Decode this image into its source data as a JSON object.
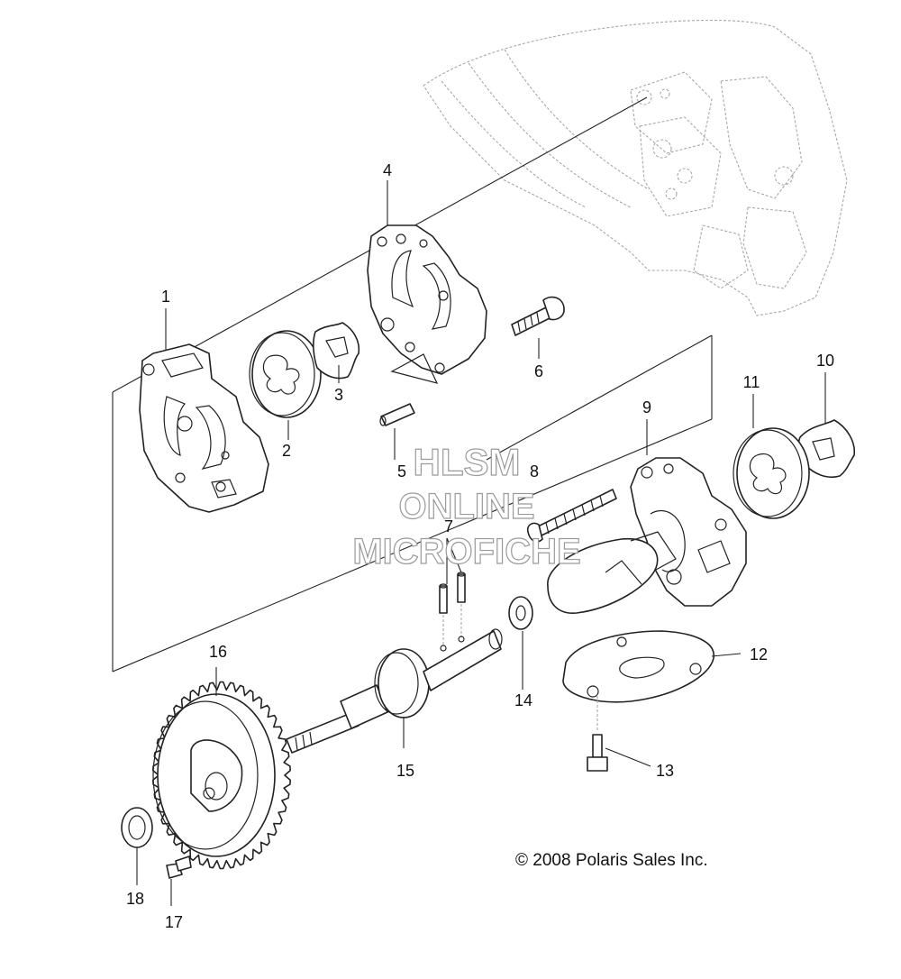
{
  "callouts": [
    {
      "id": "c1",
      "label": "1"
    },
    {
      "id": "c2",
      "label": "2"
    },
    {
      "id": "c3",
      "label": "3"
    },
    {
      "id": "c4",
      "label": "4"
    },
    {
      "id": "c5",
      "label": "5"
    },
    {
      "id": "c6",
      "label": "6"
    },
    {
      "id": "c7",
      "label": "7"
    },
    {
      "id": "c8",
      "label": "8"
    },
    {
      "id": "c9",
      "label": "9"
    },
    {
      "id": "c10",
      "label": "10"
    },
    {
      "id": "c11",
      "label": "11"
    },
    {
      "id": "c12",
      "label": "12"
    },
    {
      "id": "c13",
      "label": "13"
    },
    {
      "id": "c14",
      "label": "14"
    },
    {
      "id": "c15",
      "label": "15"
    },
    {
      "id": "c16",
      "label": "16"
    },
    {
      "id": "c17",
      "label": "17"
    },
    {
      "id": "c18",
      "label": "18"
    }
  ],
  "watermark": {
    "line1": "HLSM",
    "line2": "ONLINE",
    "line3": "MICROFICHE"
  },
  "copyright": "© 2008 Polaris Sales Inc."
}
